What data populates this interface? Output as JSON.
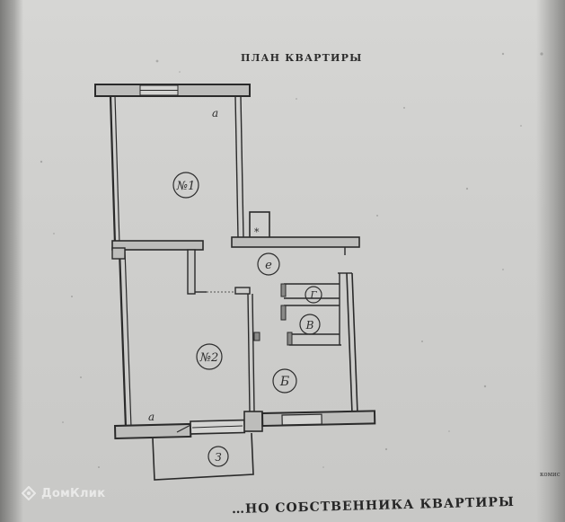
{
  "document": {
    "title": "ПЛАН КВАРТИРЫ",
    "footer_text": "…НО СОБСТВЕННИКА КВАРТИРЫ",
    "edge_note": "комис"
  },
  "rooms": [
    {
      "id": "room-1",
      "label": "№1"
    },
    {
      "id": "room-2",
      "label": "№2"
    },
    {
      "id": "room-b",
      "label": "Б"
    },
    {
      "id": "room-v",
      "label": "В"
    },
    {
      "id": "room-g",
      "label": "Г"
    },
    {
      "id": "room-e",
      "label": "е"
    },
    {
      "id": "room-z",
      "label": "З"
    }
  ],
  "marks": {
    "window_a_top": "а",
    "window_a_bottom": "а",
    "star": "*"
  },
  "watermark": {
    "text": "ДомКлик"
  }
}
